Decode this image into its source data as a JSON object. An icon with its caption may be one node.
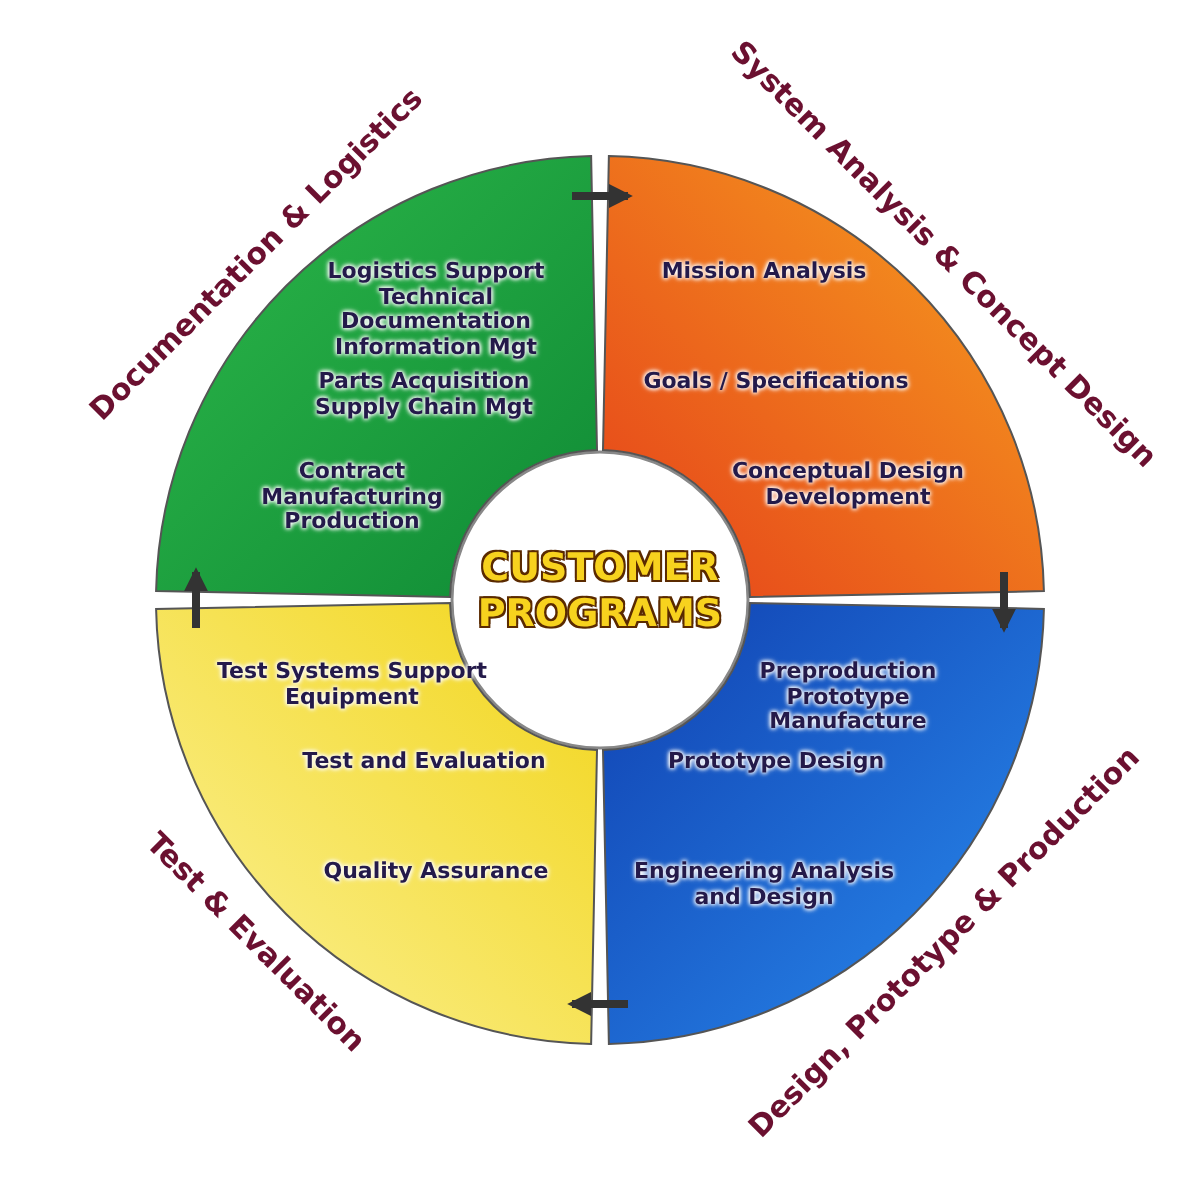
{
  "diagram": {
    "nodes": [
      {
        "text": [
          "CUSTOMER PROGRAMS"
        ]
      },
      {
        "text": [
          "Documentation & Logistics",
          "Logistics Support Technical Documentation Information Mgt",
          "Parts Acquisition Supply Chain Mgt",
          "Contract Manufacturing Production"
        ]
      },
      {
        "text": [
          "System Analysis & Concept Design",
          "Mission Analysis",
          "Goals / Specifications",
          "Conceptual Design Development"
        ]
      },
      {
        "text": [
          "Design, Prototype & Production",
          "Preproduction Prototype Manufacture",
          "Prototype Design",
          "Engineering Analysis and Design"
        ]
      },
      {
        "text": [
          "Test & Evaluation",
          "Test Systems Support Equipment",
          "Test and Evaluation",
          "Quality Assurance"
        ]
      }
    ],
    "edges": [
      {
        "from": 1,
        "to": 2,
        "arrow": "to"
      },
      {
        "from": 2,
        "to": 3,
        "arrow": "to"
      },
      {
        "from": 3,
        "to": 4,
        "arrow": "to"
      },
      {
        "from": 4,
        "to": 1,
        "arrow": "to"
      }
    ]
  }
}
